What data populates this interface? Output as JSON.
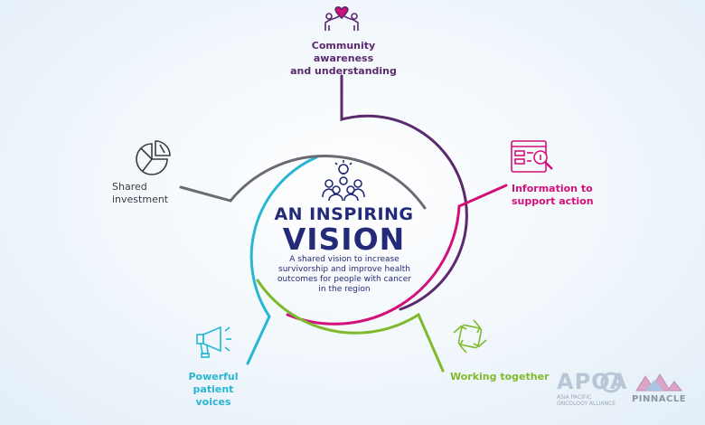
{
  "diagram": {
    "center": {
      "title_line1": "AN INSPIRING",
      "title_line2": "VISION",
      "description": "A shared vision to increase survivorship and improve health outcomes for people with cancer in the region"
    },
    "nodes": [
      {
        "label_line1": "Community awareness",
        "label_line2": "and understanding",
        "color": "#5b2a6e",
        "icon": "heart-hands-icon"
      },
      {
        "label_line1": "Information to",
        "label_line2": "support action",
        "color": "#d1107a",
        "icon": "info-magnifier-icon"
      },
      {
        "label_line1": "Working together",
        "label_line2": "",
        "color": "#7fba2d",
        "icon": "joined-hands-icon"
      },
      {
        "label_line1": "Powerful",
        "label_line2": "patient voices",
        "color": "#29b6d2",
        "icon": "megaphone-icon"
      },
      {
        "label_line1": "Shared",
        "label_line2": "investment",
        "color": "#5a5a66",
        "icon": "pie-chart-icon"
      }
    ]
  },
  "logos": {
    "apoa": {
      "name": "APOA",
      "subtitle": "ASIA PACIFIC ONCOLOGY ALLIANCE"
    },
    "pinnacle": {
      "name": "PINNACLE"
    }
  },
  "colors": {
    "navy": "#232a78",
    "purple": "#5b2a6e",
    "magenta": "#d1107a",
    "green": "#7fba2d",
    "cyan": "#29b6d2",
    "grey": "#5a5a66"
  }
}
